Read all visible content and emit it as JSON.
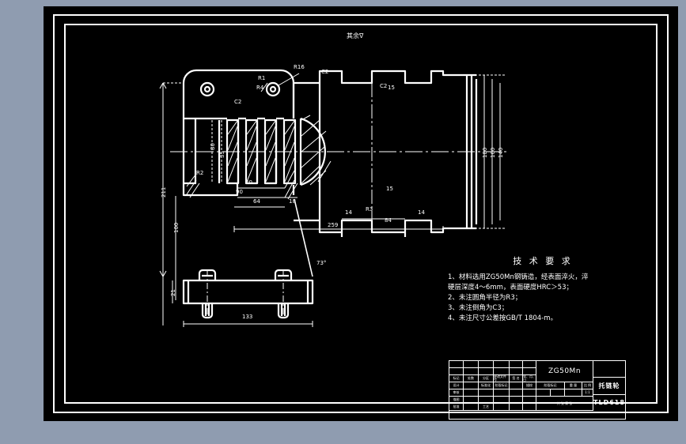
{
  "page": {
    "background_color": "#8f9cb0",
    "sheet_color": "#000000",
    "line_color": "#ffffff"
  },
  "surface_mark": {
    "label": "其余",
    "symbol": "∇"
  },
  "tech_requirements": {
    "title": "技 术 要 求",
    "lines": [
      "1、材料选用ZG50Mn钢铸造，经表面淬火，淬",
      "硬层深度4～6mm，表面硬度HRC＞53；",
      "2、未注圆角半径为R3；",
      "3、未注倒角为C3；",
      "4、未注尺寸公差按GB/T 1804-m。"
    ]
  },
  "title_block": {
    "material": "ZG50Mn",
    "part_name": "托链轮",
    "drawing_no": "TLD618",
    "scale_label": "1:1",
    "cells": {
      "stage_label": "阶段标记",
      "mass_label": "重 量",
      "sheet_label": "比 例",
      "sheet_count": "共 张  第 张",
      "mark_col": "标记",
      "qty_col": "处数",
      "rev_col": "分区",
      "sig_col": "更改文件号",
      "name_col": "签 名",
      "date_col": "年、月、日",
      "design": "设计",
      "std": "标准化",
      "review": "审核",
      "tech": "工艺",
      "approve": "批准",
      "draw": "描图",
      "trace": "描校"
    }
  },
  "dimensions": {
    "top": [
      {
        "id": "r16",
        "text": "R16"
      },
      {
        "id": "r4",
        "text": "R4"
      },
      {
        "id": "r1",
        "text": "R1"
      },
      {
        "id": "c2-left",
        "text": "C2"
      },
      {
        "id": "c2-top",
        "text": "C2"
      },
      {
        "id": "c2-mid",
        "text": "C2"
      }
    ],
    "left": [
      {
        "id": "h211",
        "text": "211"
      },
      {
        "id": "h100",
        "text": "100"
      },
      {
        "id": "h80",
        "text": "80"
      },
      {
        "id": "h35",
        "text": "35"
      },
      {
        "id": "r2",
        "text": "R2"
      },
      {
        "id": "h21",
        "text": "21"
      }
    ],
    "bottom": [
      {
        "id": "w20",
        "text": "20"
      },
      {
        "id": "w90",
        "text": "90"
      },
      {
        "id": "w64",
        "text": "64"
      },
      {
        "id": "w18",
        "text": "18"
      },
      {
        "id": "w14a",
        "text": "14"
      },
      {
        "id": "w14b",
        "text": "14"
      },
      {
        "id": "r3",
        "text": "R3"
      },
      {
        "id": "w84",
        "text": "84"
      },
      {
        "id": "w259",
        "text": "259"
      },
      {
        "id": "w133",
        "text": "133"
      },
      {
        "id": "ang73",
        "text": "73°"
      },
      {
        "id": "w15",
        "text": "15"
      },
      {
        "id": "w15b",
        "text": "15"
      }
    ],
    "right": [
      {
        "id": "d180",
        "text": "180"
      },
      {
        "id": "d160",
        "text": "160"
      },
      {
        "id": "d140",
        "text": "140"
      }
    ]
  }
}
